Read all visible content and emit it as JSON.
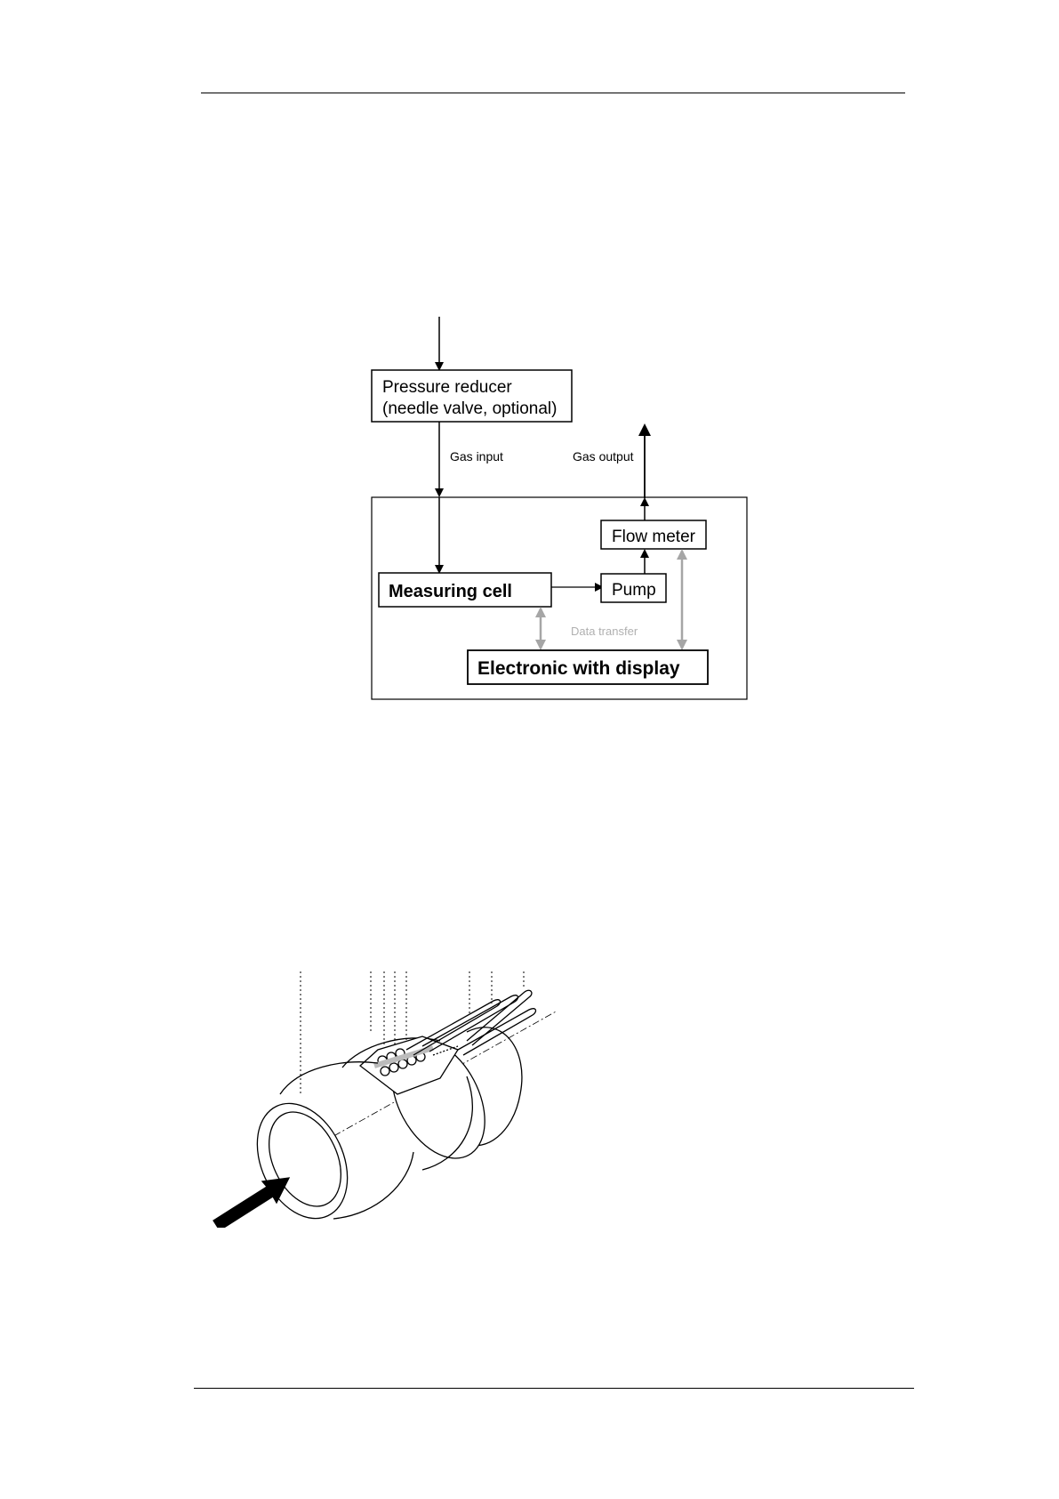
{
  "flow_diagram": {
    "pressure_reducer_line1": "Pressure reducer",
    "pressure_reducer_line2": "(needle valve, optional)",
    "gas_input": "Gas input",
    "gas_output": "Gas output",
    "flow_meter": "Flow meter",
    "measuring_cell": "Measuring cell",
    "pump": "Pump",
    "data_transfer": "Data transfer",
    "electronic_display": "Electronic with display"
  },
  "colors": {
    "line": "#000000",
    "data_arrow": "#a6a6a6",
    "data_label": "#b0b0b0"
  }
}
